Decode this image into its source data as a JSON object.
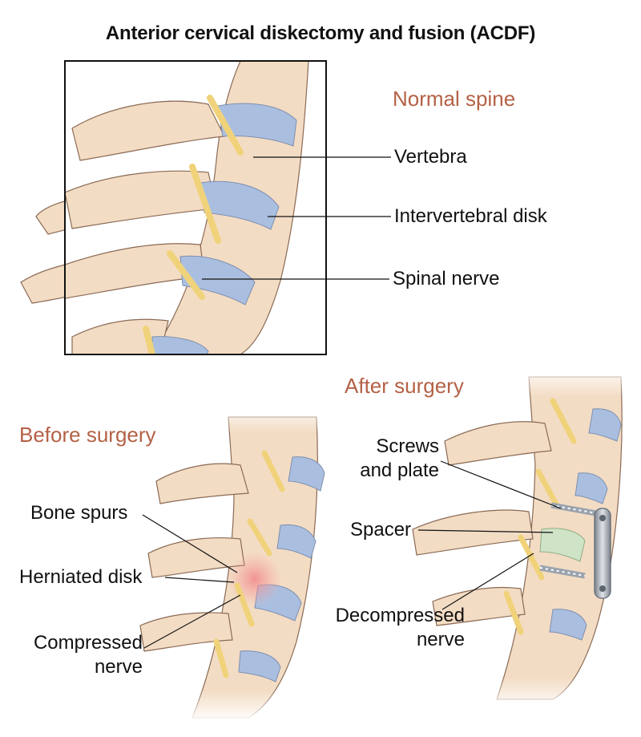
{
  "title": "Anterior cervical diskectomy and fusion (ACDF)",
  "panels": {
    "normal": {
      "heading": "Normal spine",
      "labels": {
        "vertebra": "Vertebra",
        "disk": "Intervertebral disk",
        "nerve": "Spinal nerve"
      }
    },
    "before": {
      "heading": "Before surgery",
      "labels": {
        "bone_spurs": "Bone spurs",
        "herniated": "Herniated disk",
        "compressed_line1": "Compressed",
        "compressed_line2": "nerve"
      }
    },
    "after": {
      "heading": "After surgery",
      "labels": {
        "screws_line1": "Screws",
        "screws_line2": "and plate",
        "spacer": "Spacer",
        "decompressed_line1": "Decompressed",
        "decompressed_line2": "nerve"
      }
    }
  },
  "colors": {
    "bone": "#f3dcc4",
    "bone_outline": "#8a6a55",
    "disk": "#aabfe0",
    "nerve": "#f0d27a",
    "heading": "#b46146",
    "inflammation": "#f5a3a3",
    "spacer": "#cfe3c6",
    "plate": "#9aa3ad"
  }
}
